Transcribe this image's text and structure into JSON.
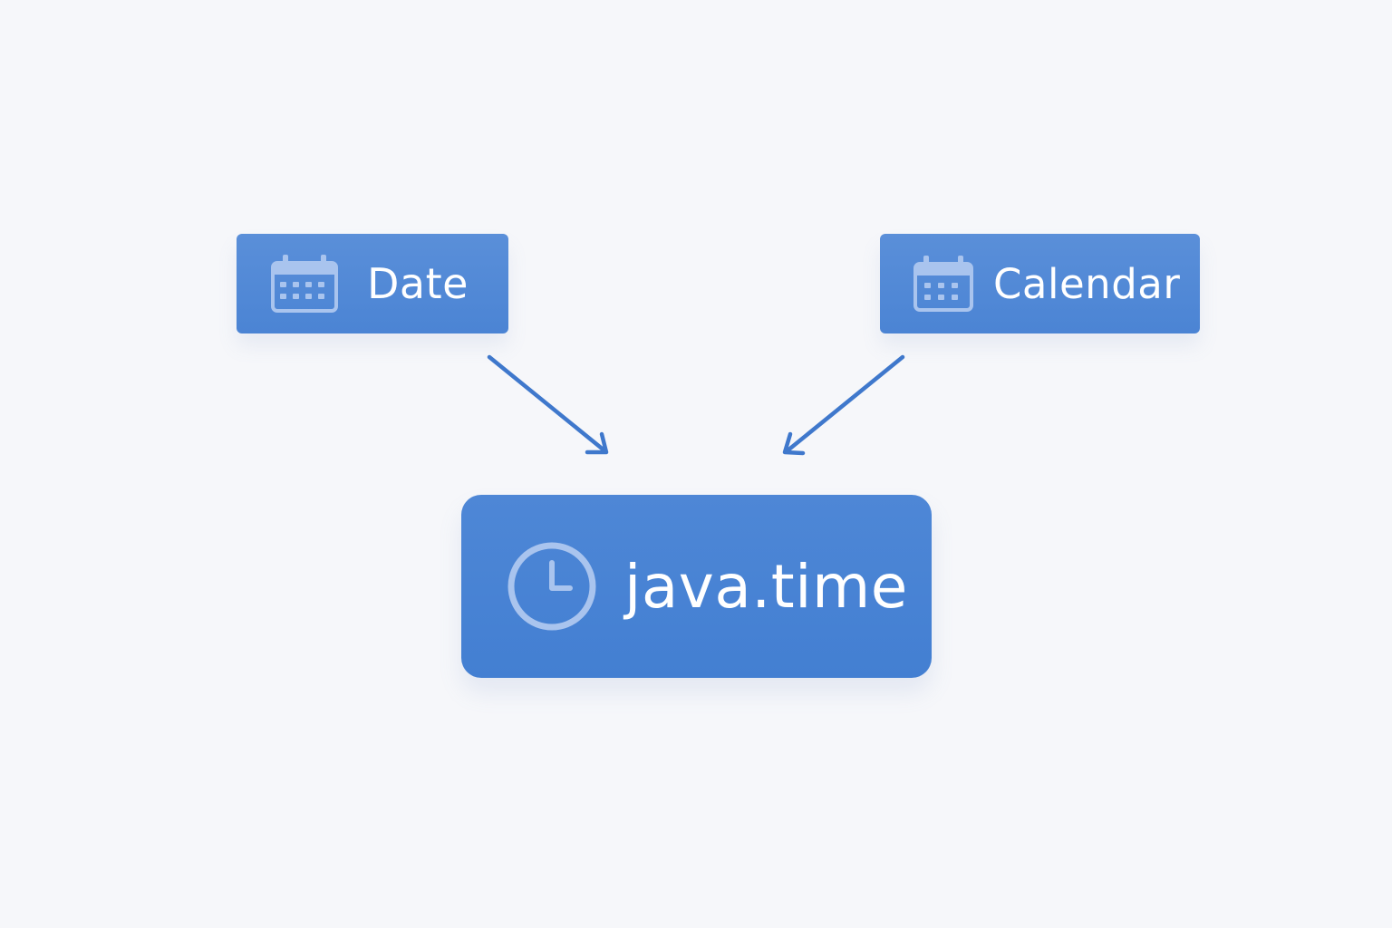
{
  "diagram": {
    "nodes": {
      "date": {
        "label": "Date",
        "icon": "calendar-icon"
      },
      "calendar": {
        "label": "Calendar",
        "icon": "calendar-icon"
      },
      "java_time": {
        "label": "java.time",
        "icon": "clock-icon"
      }
    },
    "edges": [
      {
        "from": "Date",
        "to": "java.time"
      },
      {
        "from": "Calendar",
        "to": "java.time"
      }
    ],
    "colors": {
      "background": "#f6f7fa",
      "node_fill": "#4b84d4",
      "arrow": "#3f78cc",
      "icon": "#a9c4ee",
      "text": "#ffffff"
    }
  }
}
